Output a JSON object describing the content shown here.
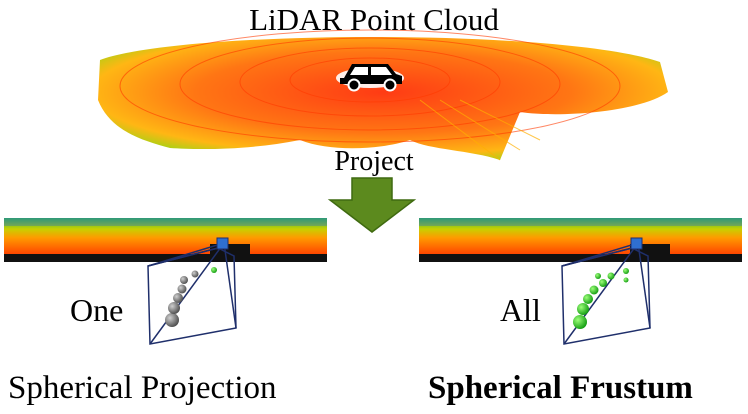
{
  "title": "LiDAR Point Cloud",
  "arrow_label": "Project",
  "left_panel": {
    "label": "One",
    "caption": "Spherical Projection"
  },
  "right_panel": {
    "label": "All",
    "caption": "Spherical Frustum"
  },
  "colors": {
    "range_image_top": "#2fb24a",
    "range_image_bottom": "#ff4a00",
    "arrow": "#5c8a1e",
    "frustum_line": "#1f2f6b",
    "point_gray": "#6f6f6f",
    "point_green": "#22cc22",
    "pixel_marker": "#2f6fd0"
  }
}
